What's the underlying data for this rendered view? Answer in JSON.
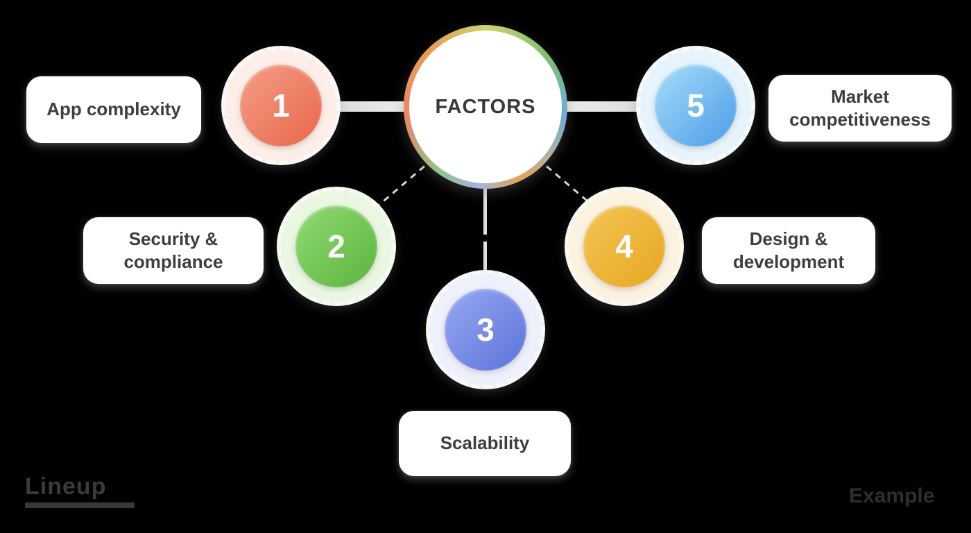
{
  "center": {
    "title": "FACTORS"
  },
  "nodes": [
    {
      "number": "1",
      "label": "App complexity",
      "circle_colors": [
        "#f59e88",
        "#e8674a"
      ],
      "halo_color": "#fdeee9"
    },
    {
      "number": "2",
      "label": "Security & compliance",
      "circle_colors": [
        "#92da74",
        "#5bb43d"
      ],
      "halo_color": "#ebf7e3"
    },
    {
      "number": "3",
      "label": "Scalability",
      "circle_colors": [
        "#97a8f1",
        "#5c73da"
      ],
      "halo_color": "#eef1fb"
    },
    {
      "number": "4",
      "label": "Design & development",
      "circle_colors": [
        "#f3c455",
        "#e8a722"
      ],
      "halo_color": "#fbf2e0"
    },
    {
      "number": "5",
      "label": "Market competitiveness",
      "circle_colors": [
        "#a6dcf8",
        "#4c9de9"
      ],
      "halo_color": "#e8f4fd"
    }
  ],
  "colors": {
    "background": "#000000",
    "box_text": "#3d3d43",
    "connector": "#dedede",
    "ring_gradient": [
      "#cdd26e",
      "#7fc06e",
      "#6fadd6",
      "#b9b0a0",
      "#e2a355",
      "#a8b2df",
      "#8fc48b",
      "#e8886a",
      "#ea9b55",
      "#cdd26e"
    ],
    "ring_stops_deg": [
      0,
      50,
      95,
      130,
      155,
      185,
      215,
      260,
      315,
      360
    ]
  },
  "footer": {
    "logo_text": "Lineup",
    "watermark": "Example"
  }
}
